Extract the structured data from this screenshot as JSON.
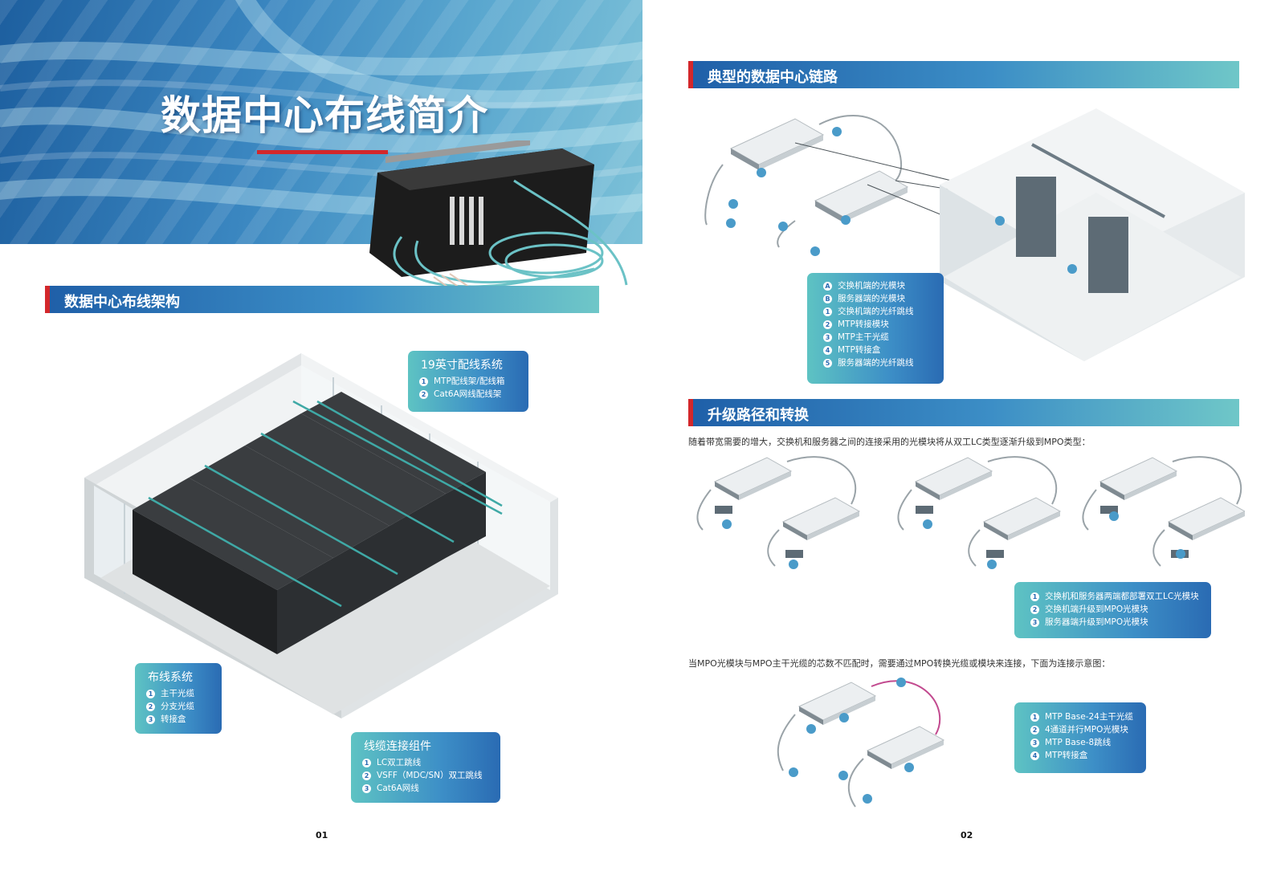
{
  "left_page": {
    "hero_title": "数据中心布线简介",
    "section_title": "数据中心布线架构",
    "box_19inch": {
      "title": "19英寸配线系统",
      "items": [
        "MTP配线架/配线箱",
        "Cat6A网线配线架"
      ]
    },
    "box_cabling": {
      "title": "布线系统",
      "items": [
        "主干光缆",
        "分支光缆",
        "转接盒"
      ]
    },
    "box_components": {
      "title": "线缆连接组件",
      "items": [
        "LC双工跳线",
        "VSFF（MDC/SN）双工跳线",
        "Cat6A网线"
      ]
    },
    "page_number": "01"
  },
  "right_page": {
    "section1_title": "典型的数据中心链路",
    "link_legend": [
      {
        "marker": "A",
        "text": "交换机端的光模块"
      },
      {
        "marker": "B",
        "text": "服务器端的光模块"
      },
      {
        "marker": "1",
        "text": "交换机端的光纤跳线"
      },
      {
        "marker": "2",
        "text": "MTP转接模块"
      },
      {
        "marker": "3",
        "text": "MTP主干光缆"
      },
      {
        "marker": "4",
        "text": "MTP转接盒"
      },
      {
        "marker": "5",
        "text": "服务器端的光纤跳线"
      }
    ],
    "section2_title": "升级路径和转换",
    "paragraph1": "随着带宽需要的增大，交换机和服务器之间的连接采用的光模块将从双工LC类型逐渐升级到MPO类型：",
    "upgrade_legend": [
      "交换机和服务器两端都部署双工LC光模块",
      "交换机端升级到MPO光模块",
      "服务器端升级到MPO光模块"
    ],
    "paragraph2": "当MPO光模块与MPO主干光缆的芯数不匹配时，需要通过MPO转换光缆或模块来连接，下面为连接示意图：",
    "convert_legend": [
      "MTP Base-24主干光缆",
      "4通道并行MPO光模块",
      "MTP Base-8跳线",
      "MTP转接盒"
    ],
    "page_number": "02"
  }
}
